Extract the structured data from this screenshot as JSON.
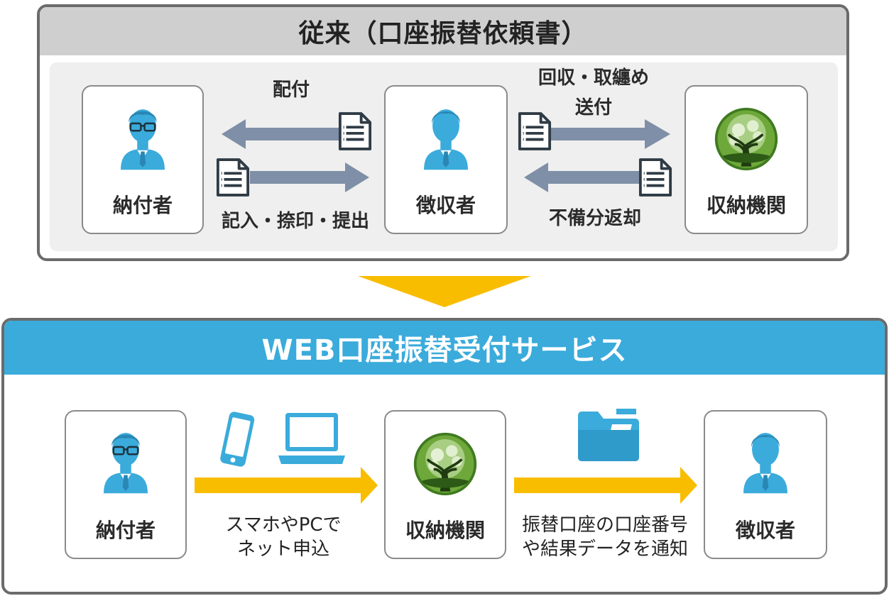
{
  "old_section": {
    "title": "従来（口座振替依頼書）",
    "entities": {
      "payer": "納付者",
      "collector": "徴収者",
      "institution": "収納機関"
    },
    "flows": {
      "distribute": "配付",
      "fill_in": "記入・捺印・提出",
      "collect_line1": "回収・取纏め",
      "collect_line2": "送付",
      "return": "不備分返却"
    }
  },
  "new_section": {
    "title": "WEB口座振替受付サービス",
    "entities": {
      "payer": "納付者",
      "institution": "収納機関",
      "collector": "徴収者"
    },
    "flows": {
      "apply_line1": "スマホやPCで",
      "apply_line2": "ネット申込",
      "notify_line1": "振替口座の口座番号",
      "notify_line2": "や結果データを通知"
    }
  },
  "colors": {
    "old_header": "#cfcfcf",
    "new_header": "#3aabdb",
    "gray_arrow": "#7f8fa7",
    "yellow_arrow": "#f9bd00",
    "icon_blue": "#3aabdb"
  }
}
